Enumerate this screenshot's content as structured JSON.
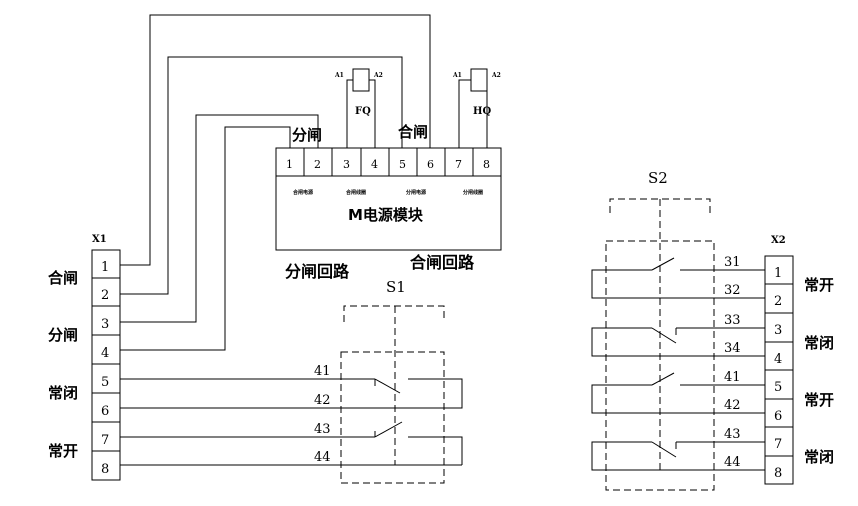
{
  "x1": {
    "title": "X1",
    "terminals": [
      "1",
      "2",
      "3",
      "4",
      "5",
      "6",
      "7",
      "8"
    ],
    "group_labels": [
      "合闸",
      "分闸",
      "常闭",
      "常开"
    ]
  },
  "module": {
    "name": "M电源模块",
    "terminals": [
      "1",
      "2",
      "3",
      "4",
      "5",
      "6",
      "7",
      "8"
    ],
    "sub_labels": [
      "合闸电源",
      "合闸线圈",
      "分闸电源",
      "分闸线圈"
    ],
    "top_label_left": "分闸",
    "top_label_right": "合闸",
    "circuit_left": "分闸回路",
    "circuit_right": "合闸回路"
  },
  "coil_fq": {
    "name": "FQ",
    "a1": "A1",
    "a2": "A2"
  },
  "coil_hq": {
    "name": "HQ",
    "a1": "A1",
    "a2": "A2"
  },
  "s1": {
    "title": "S1",
    "wires": [
      "41",
      "42",
      "43",
      "44"
    ]
  },
  "s2": {
    "title": "S2",
    "wires": [
      "31",
      "32",
      "33",
      "34",
      "41",
      "42",
      "43",
      "44"
    ]
  },
  "x2": {
    "title": "X2",
    "terminals": [
      "1",
      "2",
      "3",
      "4",
      "5",
      "6",
      "7",
      "8"
    ],
    "group_labels": [
      "常开",
      "常闭",
      "常开",
      "常闭"
    ]
  }
}
